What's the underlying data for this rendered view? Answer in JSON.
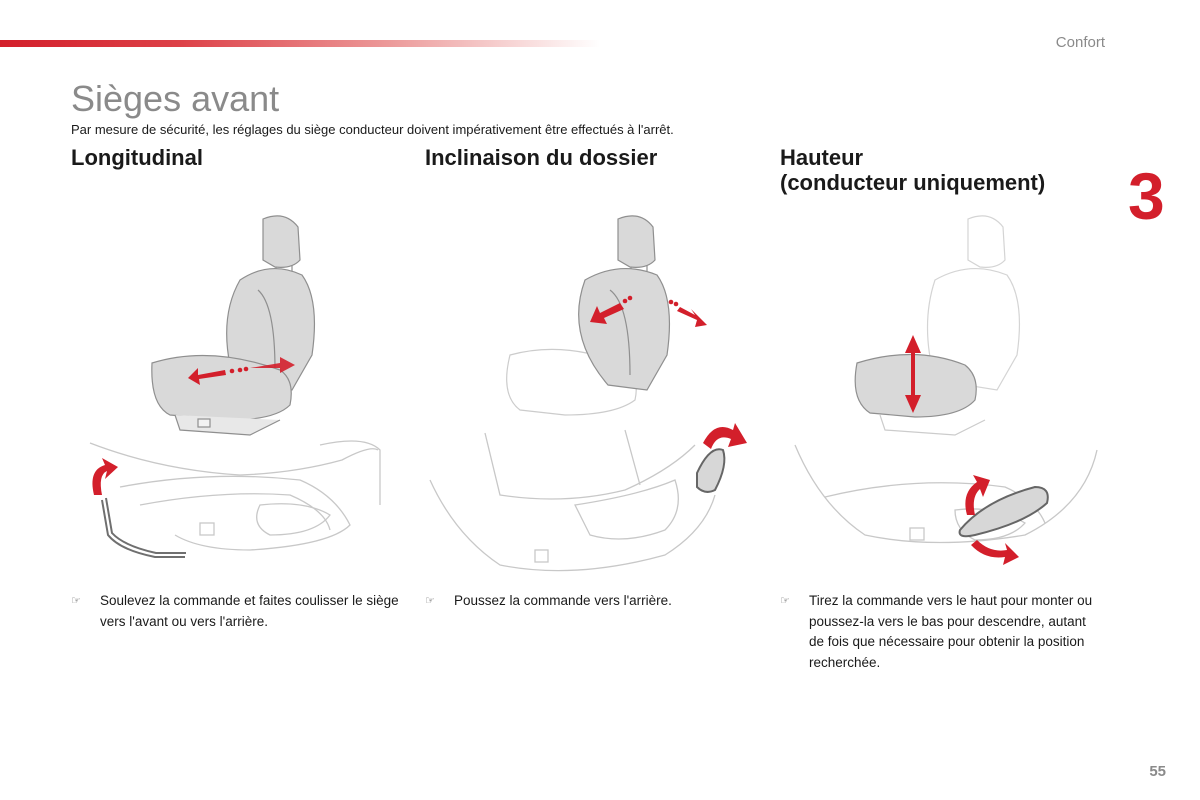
{
  "header": {
    "section": "Confort",
    "chapter": "3",
    "accent_color": "#d31f2b"
  },
  "page": {
    "title": "Sièges avant",
    "intro": "Par mesure de sécurité, les réglages du siège conducteur doivent impérativement être effectués à l'arrêt.",
    "number": "55"
  },
  "columns": [
    {
      "heading_line1": "Longitudinal",
      "heading_line2": "",
      "instruction": "Soulevez la commande et faites coulisser le siège vers l'avant ou vers l'arrière."
    },
    {
      "heading_line1": "Inclinaison du dossier",
      "heading_line2": "",
      "instruction": "Poussez la commande vers l'arrière."
    },
    {
      "heading_line1": "Hauteur",
      "heading_line2": "(conducteur uniquement)",
      "instruction": "Tirez la commande vers le haut pour monter ou poussez-la vers le bas pour descendre, autant de fois que nécessaire pour obtenir la position recherchée."
    }
  ],
  "bullet_glyph": "☞",
  "icons": {
    "seat": "seat-illustration",
    "arrow": "red-direction-arrow"
  }
}
